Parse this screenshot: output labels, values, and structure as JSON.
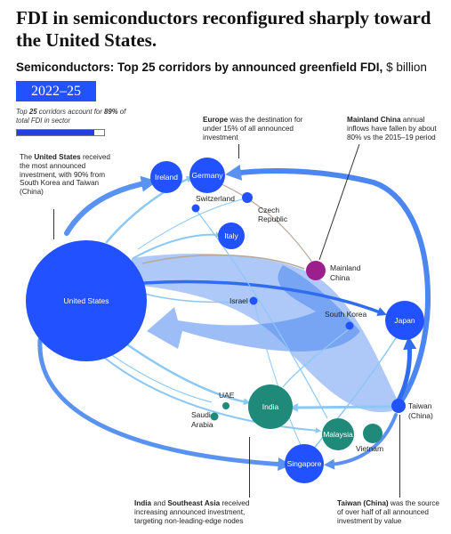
{
  "headline": "FDI in semiconductors reconfigured sharply toward the United States.",
  "subtitle": {
    "bold": "Semiconductors: Top 25 corridors by announced greenfield FDI,",
    "unit": " $ billion"
  },
  "period": "2022–25",
  "top_corridors": {
    "prefix": "Top ",
    "count": "25",
    "middle": " corridors account for ",
    "share": "89%",
    "suffix": " of total FDI in sector",
    "share_fraction": 0.89
  },
  "annotations": {
    "us": {
      "bold": "United States",
      "pre": "The ",
      "post": " received the most announced investment, with 90% from South Korea and Taiwan (China)"
    },
    "europe": {
      "bold": "Europe",
      "post": " was the destination for under 15% of all announced investment"
    },
    "china": {
      "bold": "Mainland China",
      "post": " annual inflows have fallen by about 80% vs the 2015–19 period"
    },
    "india_sea": {
      "bold1": "India",
      "mid": " and ",
      "bold2": "Southeast Asia",
      "post": " received increasing announced investment, targeting non-leading-edge nodes"
    },
    "taiwan": {
      "bold": "Taiwan (China)",
      "post": " was the source of over half of all announced investment by value"
    }
  },
  "colors": {
    "blue_dark": "#2251ff",
    "blue_mid": "#4c86f0",
    "blue_light": "#8cc8f5",
    "teal": "#1f8a7a",
    "magenta": "#9b1f8c",
    "grey_flow": "#b8a89a"
  },
  "nodes": [
    {
      "id": "us",
      "label": "United States",
      "label_inside": true,
      "color": "blue_dark"
    },
    {
      "id": "ireland",
      "label": "Ireland",
      "label_inside": true,
      "color": "blue_dark"
    },
    {
      "id": "germany",
      "label": "Germany",
      "label_inside": true,
      "color": "blue_dark"
    },
    {
      "id": "switzerland",
      "label": "Switzerland",
      "label_inside": false,
      "color": "blue_dark"
    },
    {
      "id": "czech",
      "label": "Czech Republic",
      "label_inside": false,
      "color": "blue_dark"
    },
    {
      "id": "italy",
      "label": "Italy",
      "label_inside": true,
      "color": "blue_dark"
    },
    {
      "id": "china",
      "label": "Mainland China",
      "label_inside": false,
      "color": "magenta"
    },
    {
      "id": "israel",
      "label": "Israel",
      "label_inside": false,
      "color": "blue_dark"
    },
    {
      "id": "korea",
      "label": "South Korea",
      "label_inside": false,
      "color": "blue_dark"
    },
    {
      "id": "japan",
      "label": "Japan",
      "label_inside": true,
      "color": "blue_dark"
    },
    {
      "id": "uae",
      "label": "UAE",
      "label_inside": false,
      "color": "teal"
    },
    {
      "id": "saudi",
      "label": "Saudi Arabia",
      "label_inside": false,
      "color": "teal"
    },
    {
      "id": "india",
      "label": "India",
      "label_inside": true,
      "color": "teal"
    },
    {
      "id": "malaysia",
      "label": "Malaysia",
      "label_inside": true,
      "color": "teal"
    },
    {
      "id": "vietnam",
      "label": "Vietnam",
      "label_inside": false,
      "color": "teal"
    },
    {
      "id": "taiwan",
      "label": "Taiwan (China)",
      "label_inside": false,
      "color": "blue_dark"
    },
    {
      "id": "singapore",
      "label": "Singapore",
      "label_inside": true,
      "color": "blue_dark"
    }
  ],
  "flows": [
    {
      "from": "korea",
      "to": "us",
      "tier": "large"
    },
    {
      "from": "taiwan",
      "to": "us",
      "tier": "large"
    },
    {
      "from": "taiwan",
      "to": "germany",
      "tier": "medium"
    },
    {
      "from": "us",
      "to": "ireland",
      "tier": "medium"
    },
    {
      "from": "us",
      "to": "japan",
      "tier": "medium"
    },
    {
      "from": "taiwan",
      "to": "japan",
      "tier": "medium"
    },
    {
      "from": "us",
      "to": "singapore",
      "tier": "medium"
    },
    {
      "from": "us",
      "to": "india",
      "tier": "small"
    },
    {
      "from": "us",
      "to": "malaysia",
      "tier": "small"
    },
    {
      "from": "us",
      "to": "germany",
      "tier": "small"
    },
    {
      "from": "us",
      "to": "italy",
      "tier": "small"
    },
    {
      "from": "us",
      "to": "israel",
      "tier": "small"
    },
    {
      "from": "us",
      "to": "china",
      "tier": "small"
    },
    {
      "from": "germany",
      "to": "china",
      "tier": "small"
    },
    {
      "from": "switzerland",
      "to": "malaysia",
      "tier": "small"
    },
    {
      "from": "taiwan",
      "to": "singapore",
      "tier": "small"
    },
    {
      "from": "taiwan",
      "to": "india",
      "tier": "small"
    },
    {
      "from": "us",
      "to": "saudi",
      "tier": "small"
    }
  ]
}
